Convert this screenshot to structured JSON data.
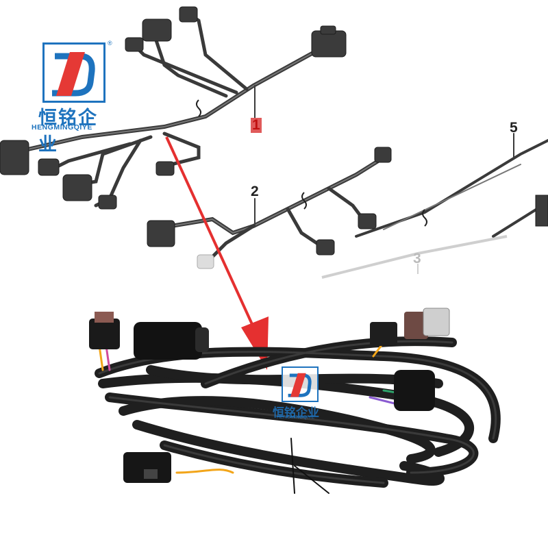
{
  "brand": {
    "name_cn": "恒铭企业",
    "name_en": "HENGMINGQIYE",
    "registered_mark": "®"
  },
  "callouts": {
    "part1": "1",
    "part2": "2",
    "part3": "3",
    "part5": "5"
  },
  "watermark": {
    "name_cn": "恒铭企业",
    "name_en": "HENGMINGQIYE"
  },
  "colors": {
    "brand_blue": "#1e73be",
    "brand_red": "#e53935",
    "arrow_red": "#e53030",
    "wire_black": "#2a2a2a"
  }
}
